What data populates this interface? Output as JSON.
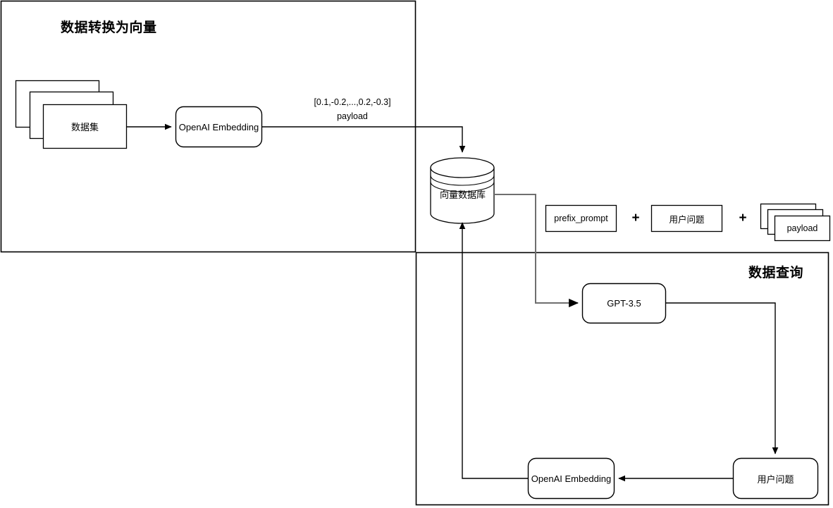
{
  "diagram": {
    "title_left": "数据转换为向量",
    "title_right": "数据查询",
    "frames": [
      {
        "name": "data-to-vector-frame",
        "label": "数据转换为向量"
      },
      {
        "name": "data-query-frame",
        "label": "数据查询"
      }
    ],
    "nodes": {
      "dataset": "数据集",
      "embedding_top": "OpenAI Embedding",
      "vector_db": "向量数据库",
      "prefix_prompt": "prefix_prompt",
      "user_question_mid": "用户问题",
      "payload_stack": "payload",
      "gpt": "GPT-3.5",
      "embedding_bottom": "OpenAI Embedding",
      "user_question_bottom": "用户问题"
    },
    "operators": {
      "plus_1": "+",
      "plus_2": "+"
    },
    "edge_labels": {
      "vector_line1": "[0.1,-0.2,...,0.2,-0.3]",
      "vector_line2": "payload"
    },
    "colors": {
      "stroke": "#000000",
      "gray_connector": "#6f6f6f",
      "background": "#ffffff",
      "text": "#000000"
    }
  }
}
